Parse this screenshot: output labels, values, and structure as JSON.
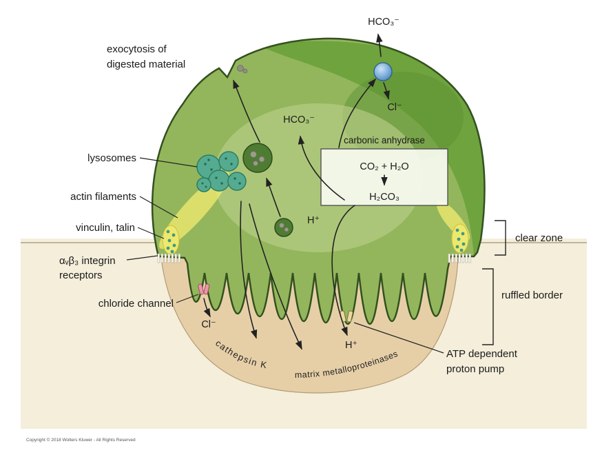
{
  "figure": {
    "copyright": "Copyright © 2018 Wolters Kluwer - All Rights Reserved",
    "labels": {
      "exocytosis_line1": "exocytosis of",
      "exocytosis_line2": "digested material",
      "lysosomes": "lysosomes",
      "actin_filaments": "actin filaments",
      "vinculin_talin": "vinculin, talin",
      "integrin_line1": "αᵥβ₃ integrin",
      "integrin_line2": "receptors",
      "chloride_channel": "chloride channel",
      "clear_zone": "clear zone",
      "ruffled_border": "ruffled border",
      "atp_line1": "ATP dependent",
      "atp_line2": "proton pump",
      "carbonic_anhydrase": "carbonic anhydrase",
      "cathepsin_k": "cathepsin K",
      "mmp": "matrix metalloproteinases"
    },
    "molecules": {
      "hco3_top": "HCO₃⁻",
      "cl_top": "Cl⁻",
      "hco3_inner": "HCO₃⁻",
      "h_inner": "H⁺",
      "h_bottom": "H⁺",
      "cl_bottom": "Cl⁻",
      "co2_h2o": "CO₂ + H₂O",
      "h2co3": "H₂CO₃"
    },
    "colors": {
      "background_band": "#f4eedb",
      "pit": "#e6cfa7",
      "cell_body": "#93b65c",
      "cell_cap": "#6ea33d",
      "cell_shadow": "#5e9136",
      "cell_light": "#bdd18c",
      "actin_yellow": "#ede96e",
      "lysosome": "#55ab90",
      "vesicle": "#4f7c33",
      "exchanger_blue": "#6fa5d6",
      "chloride_pink": "#e59aa9",
      "pump_yellow": "#ead9a0"
    }
  }
}
